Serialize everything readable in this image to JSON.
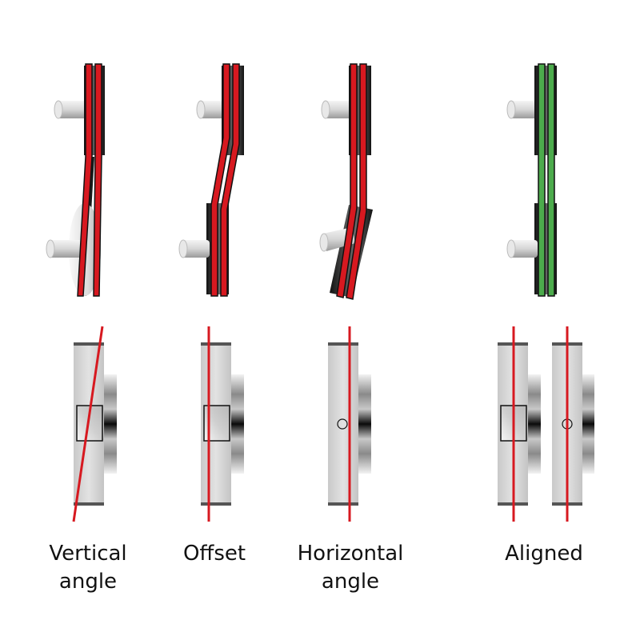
{
  "captions": [
    {
      "id": "vertical-angle",
      "lines": [
        "Vertical",
        "angle"
      ]
    },
    {
      "id": "offset",
      "lines": [
        "Offset"
      ]
    },
    {
      "id": "horizontal-angle",
      "lines": [
        "Horizontal",
        "angle"
      ]
    },
    {
      "id": "aligned",
      "lines": [
        "Aligned"
      ]
    }
  ],
  "colors": {
    "misaligned_belt": "#d71920",
    "aligned_belt": "#4cab4c",
    "laser_line": "#d71920",
    "housing": "#d4d4d4",
    "pulley_dark": "#2e2e2e",
    "shaft": "#d9d9d9"
  },
  "icons": [
    "pulley-pair-icon",
    "belt-icon",
    "laser-alignment-tool-icon",
    "laser-line-icon",
    "target-window-icon"
  ]
}
